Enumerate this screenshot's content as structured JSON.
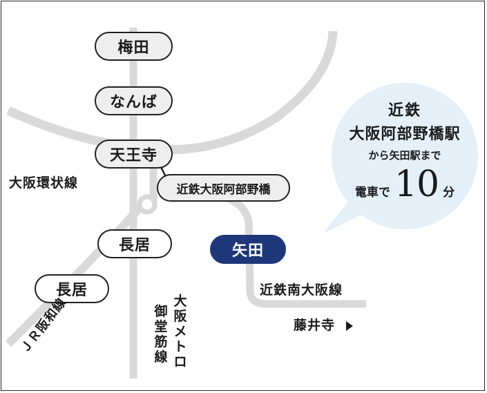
{
  "stations": {
    "umeda": "梅田",
    "namba": "なんば",
    "tennoji": "天王寺",
    "abenobashi": "近鉄大阪阿部野橋",
    "nagai_subway": "長居",
    "nagai_jr": "長居",
    "yata": "矢田"
  },
  "lines": {
    "loop": "大阪環状線",
    "kintetsu_minami_osaka": "近鉄南大阪線",
    "fujiidera": "藤井寺",
    "metro_midosuji_chars": [
      "大",
      "阪",
      "メ",
      "ト",
      "ロ"
    ],
    "metro_midosuji_chars_2": [
      "御",
      "堂",
      "筋",
      "線"
    ],
    "jr_hanwa": "ＪＲ阪和線"
  },
  "callout": {
    "line1": "近鉄",
    "line2": "大阪阿部野橋駅",
    "line3": "から矢田駅まで",
    "prefix": "電車で",
    "minutes": "10",
    "unit": "分"
  },
  "colors": {
    "line_grey": "#d9d9d9",
    "yata_blue": "#1e3778",
    "bubble_fill": "#e4eff8"
  },
  "icons": {
    "arrow": "triangle-right"
  }
}
